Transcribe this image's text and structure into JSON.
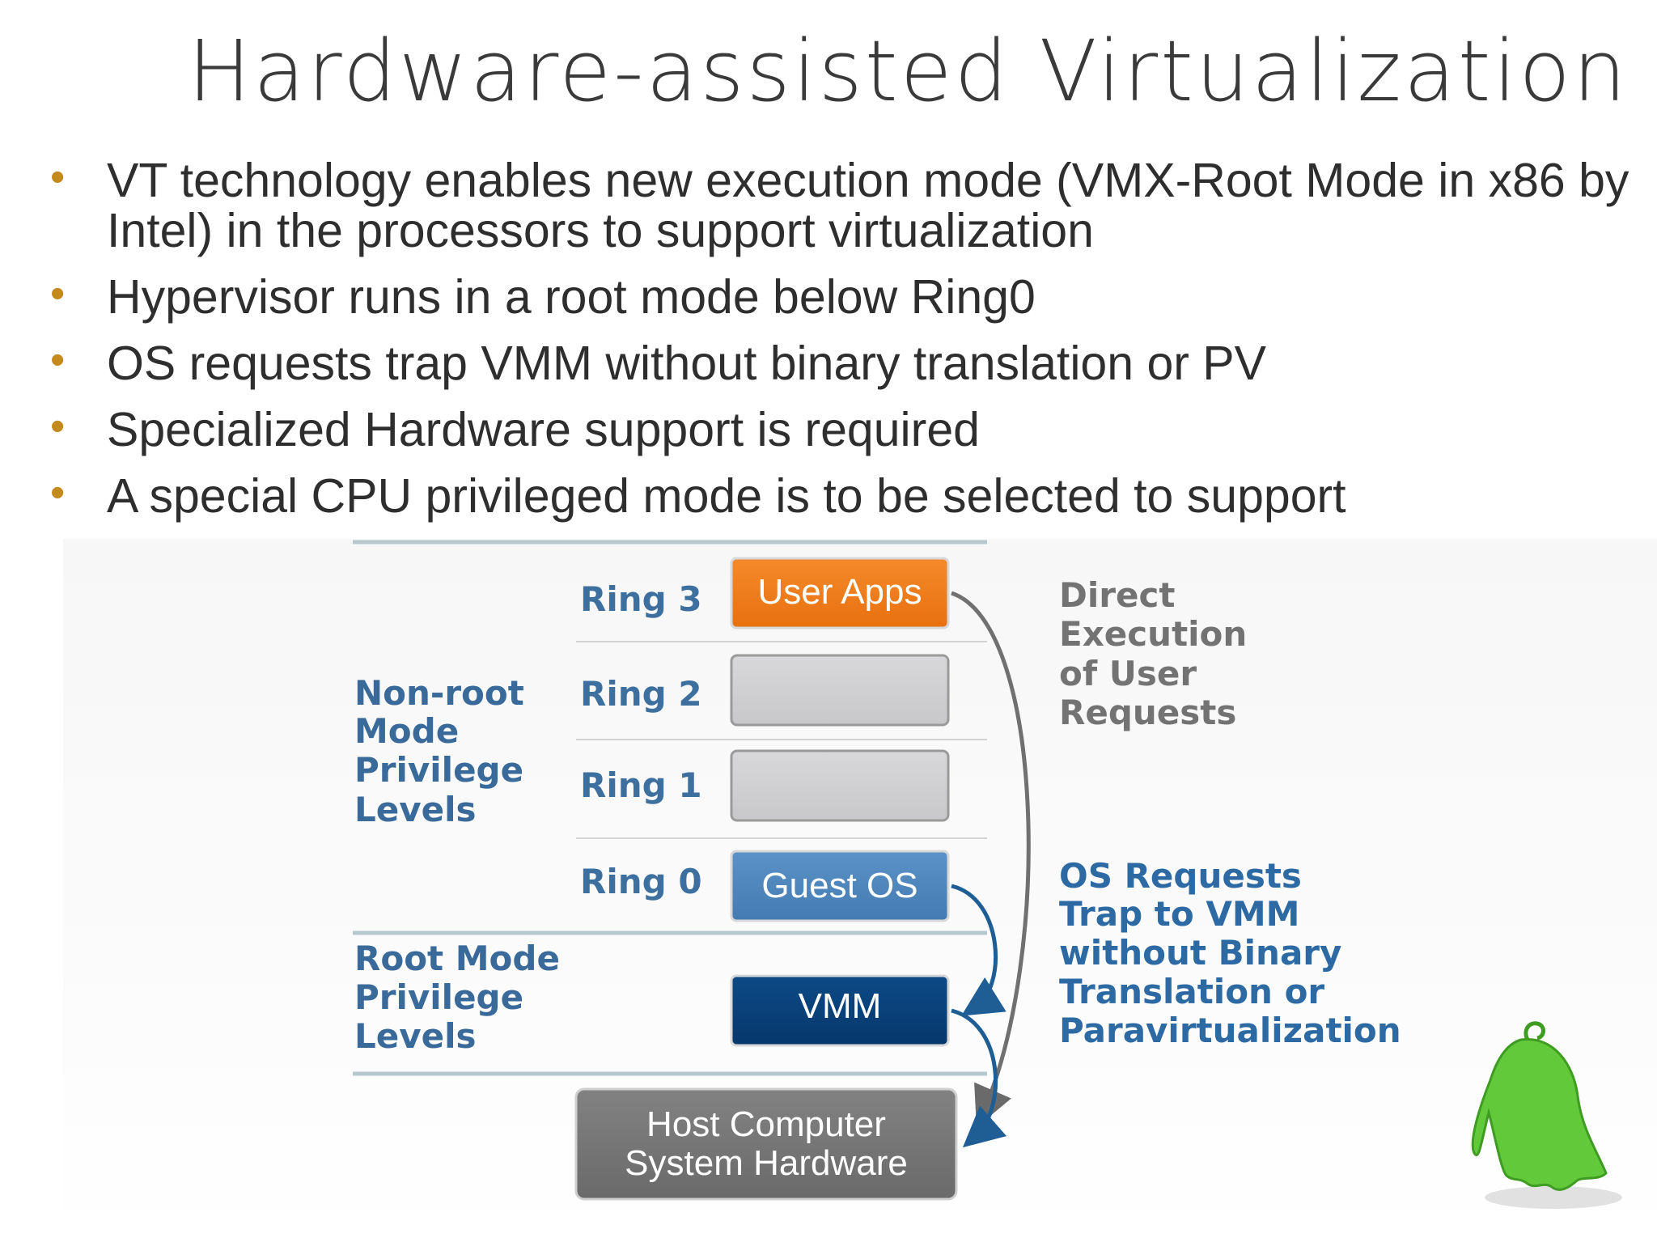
{
  "slide": {
    "title": "Hardware-assisted Virtualization in x86",
    "bullets": [
      "VT technology enables new execution mode (VMX-Root Mode in x86 by Intel) in the processors to support virtualization",
      "Hypervisor runs in a root mode below Ring0",
      "OS requests trap VMM without binary translation or PV",
      "Specialized Hardware support is required",
      "A special CPU privileged mode is to be selected to support"
    ]
  },
  "diagram": {
    "rings": [
      "Ring 3",
      "Ring 2",
      "Ring 1",
      "Ring 0"
    ],
    "boxes": {
      "user_apps": "User Apps",
      "guest_os": "Guest OS",
      "vmm": "VMM",
      "host_line1": "Host Computer",
      "host_line2": "System Hardware"
    },
    "nonroot_label": [
      "Non-root",
      "Mode",
      "Privilege",
      "Levels"
    ],
    "root_label": [
      "Root Mode",
      "Privilege",
      "Levels"
    ],
    "direct_label": [
      "Direct",
      "Execution",
      "of User",
      "Requests"
    ],
    "os_trap_label": [
      "OS Requests",
      "Trap to VMM",
      "without Binary",
      "Translation or",
      "Paravirtualization"
    ]
  },
  "colors": {
    "orange": "#f07d1e",
    "blue_mid": "#4f86bd",
    "blue_dark": "#083f77",
    "gray_box": "#cfcfd2",
    "host_gray": "#767676",
    "label_blue": "#3a6a9a",
    "label_gray": "#707070",
    "bullet_dot": "#c48a1e",
    "mascot_green": "#62c93a"
  },
  "icons": {
    "mascot": "green-mascot-icon"
  }
}
